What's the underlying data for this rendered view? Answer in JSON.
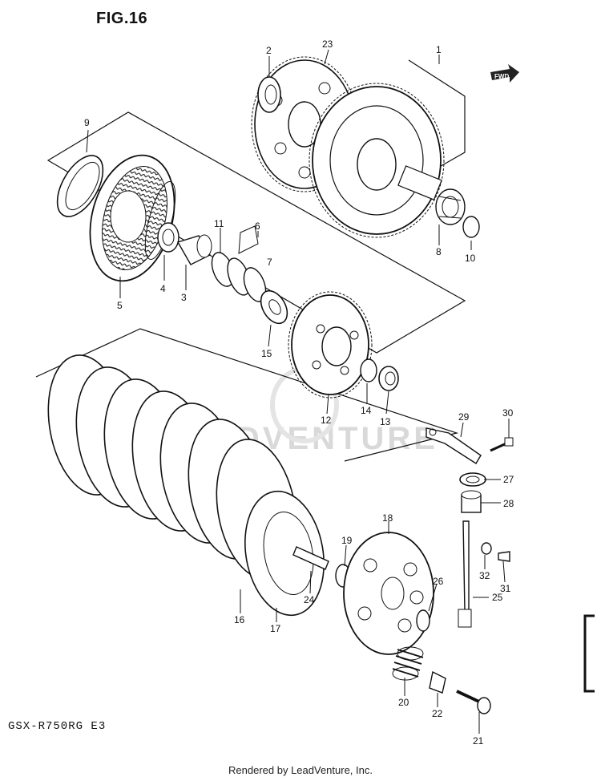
{
  "figure": {
    "title": "FIG.16",
    "model": "GSX-R750RG  E3",
    "watermark": "ADVENTURE",
    "footer": "Rendered by LeadVenture, Inc.",
    "fwd_label": "FWD"
  },
  "callouts": [
    "1",
    "2",
    "3",
    "4",
    "5",
    "6",
    "7",
    "8",
    "9",
    "10",
    "11",
    "12",
    "13",
    "14",
    "15",
    "16",
    "17",
    "18",
    "19",
    "20",
    "21",
    "22",
    "23",
    "24",
    "25",
    "26",
    "27",
    "28",
    "29",
    "30",
    "31",
    "32"
  ]
}
